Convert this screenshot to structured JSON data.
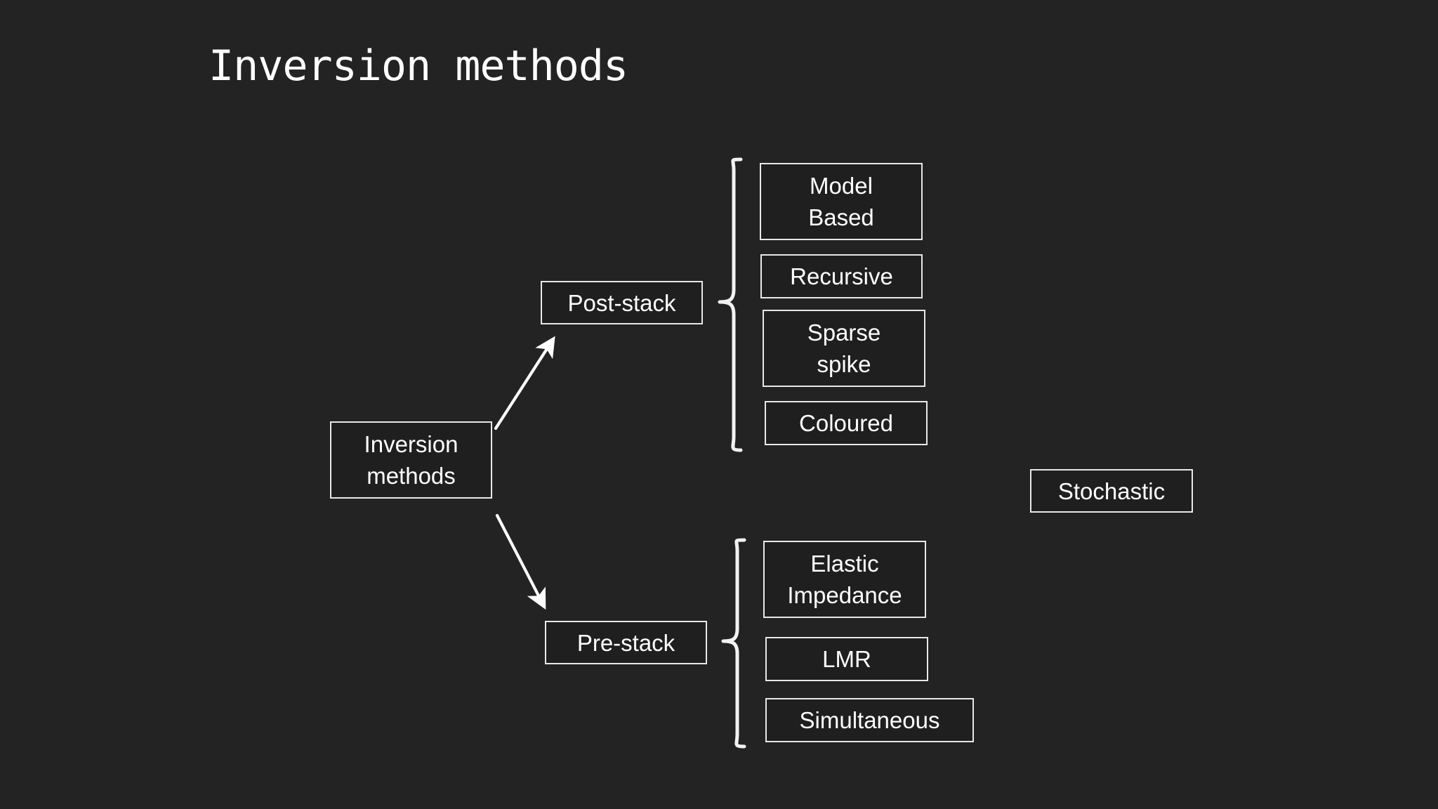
{
  "slide": {
    "title": "Inversion methods",
    "background_color": "#232323",
    "stroke_color": "#e8e8e8",
    "text_color": "#ffffff",
    "box_fill_color": "#1f1f1f"
  },
  "root": {
    "label": "Inversion\nmethods"
  },
  "branches": [
    {
      "id": "post-stack",
      "label": "Post-stack",
      "children": [
        {
          "id": "model-based",
          "label": "Model\nBased"
        },
        {
          "id": "recursive",
          "label": "Recursive"
        },
        {
          "id": "sparse-spike",
          "label": "Sparse\nspike"
        },
        {
          "id": "coloured",
          "label": "Coloured"
        }
      ]
    },
    {
      "id": "pre-stack",
      "label": "Pre-stack",
      "children": [
        {
          "id": "elastic-impedance",
          "label": "Elastic\nImpedance"
        },
        {
          "id": "lmr",
          "label": "LMR"
        },
        {
          "id": "simultaneous",
          "label": "Simultaneous"
        }
      ]
    }
  ],
  "standalone": [
    {
      "id": "stochastic",
      "label": "Stochastic"
    }
  ]
}
